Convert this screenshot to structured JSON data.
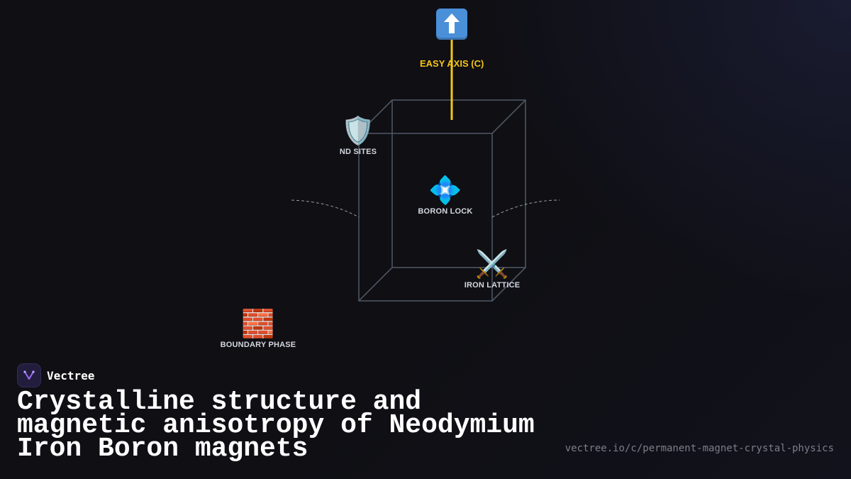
{
  "diagram": {
    "axis": {
      "label": "EASY AXIS (C)",
      "icon": "up-arrow-icon",
      "color": "#f5c518"
    },
    "nodes": [
      {
        "id": "nd-sites",
        "label": "ND SITES",
        "emoji": "🛡️",
        "icon": "shield-icon"
      },
      {
        "id": "boron-lock",
        "label": "BORON LOCK",
        "emoji": "💠",
        "icon": "diamond-icon"
      },
      {
        "id": "iron-lattice",
        "label": "IRON LATTICE",
        "emoji": "⚔️",
        "icon": "crossed-swords-icon"
      },
      {
        "id": "boundary-phase",
        "label": "BOUNDARY PHASE",
        "emoji": "🧱",
        "icon": "brick-icon"
      }
    ],
    "cube_color": "#4d5562"
  },
  "brand": {
    "name": "Vectree",
    "icon": "vectree-logo-icon"
  },
  "title": "Crystalline structure and magnetic anisotropy of Neodymium Iron Boron magnets",
  "url": "vectree.io/c/permanent-magnet-crystal-physics"
}
